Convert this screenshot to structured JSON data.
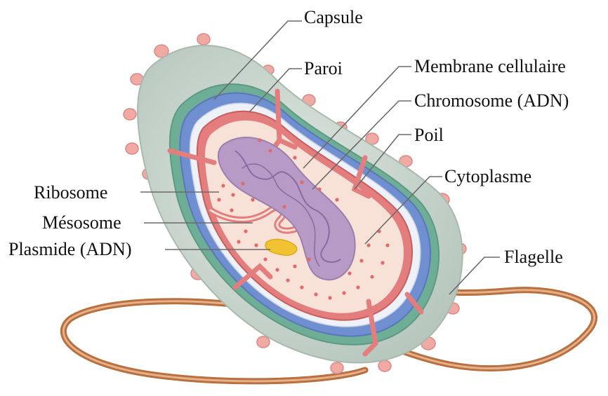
{
  "labels": {
    "capsule": "Capsule",
    "paroi": "Paroi",
    "membrane": "Membrane cellulaire",
    "chromosome": "Chromosome (ADN)",
    "poil": "Poil",
    "cytoplasme": "Cytoplasme",
    "ribosome": "Ribosome",
    "mesosome": "Mésosome",
    "plasmide": "Plasmide (ADN)",
    "flagelle": "Flagelle"
  },
  "colors": {
    "capsule": "#c9d6ce",
    "wall_green": "#6fae96",
    "wall_blue": "#6f8fd0",
    "membrane": "#e47d7d",
    "cytoplasm": "#f8e1d6",
    "chromosome": "#b89ac6",
    "plasmid": "#f1c232",
    "flagellum": "#c9825a",
    "pili": "#f1a9a4"
  }
}
